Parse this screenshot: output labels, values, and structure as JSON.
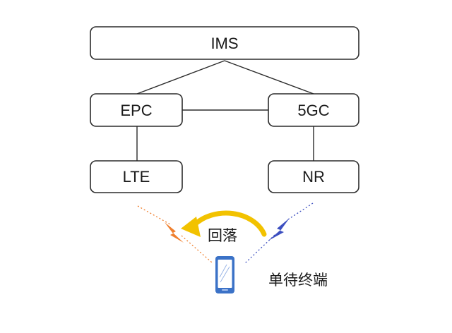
{
  "nodes": {
    "ims": "IMS",
    "epc": "EPC",
    "fivegc": "5GC",
    "lte": "LTE",
    "nr": "NR"
  },
  "fallback_label": "回落",
  "terminal_label": "单待终端",
  "colors": {
    "box_stroke": "#2b2b2b",
    "arrow": "#f2c200",
    "lte_signal": "#f07f2d",
    "nr_signal": "#3c4fc0",
    "phone": "#3b72c7"
  },
  "icons": [
    "phone-icon",
    "fallback-arrow-icon",
    "lte-lightning-icon",
    "nr-lightning-icon"
  ]
}
